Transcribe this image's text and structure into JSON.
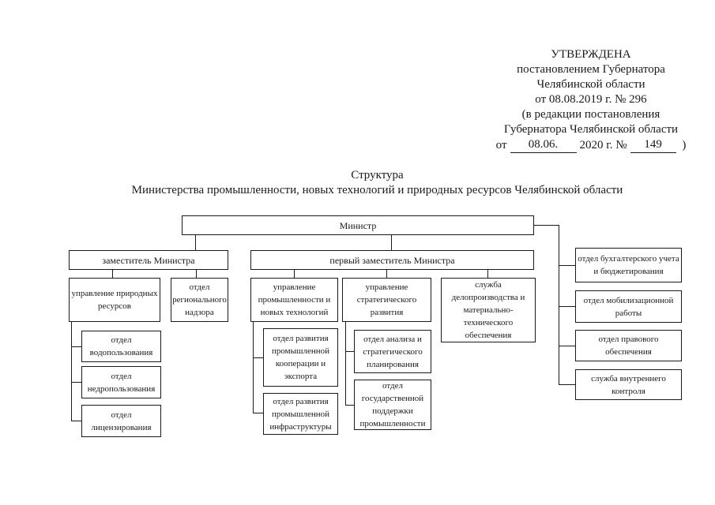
{
  "document": {
    "approval": {
      "line1": "УТВЕРЖДЕНА",
      "line2": "постановлением Губернатора",
      "line3": "Челябинской области",
      "line4": "от 08.08.2019 г. № 296",
      "line5": "(в редакции постановления",
      "line6": "Губернатора Челябинской области",
      "line7_prefix": "от",
      "line7_date": "08.06.",
      "line7_middle": "2020 г. №",
      "line7_number": "149",
      "line7_suffix": ")"
    },
    "title": {
      "line1": "Структура",
      "line2": "Министерства промышленности, новых технологий и природных ресурсов Челябинской области"
    }
  },
  "org": {
    "minister": "Министр",
    "deputy": {
      "label": "заместитель Министра",
      "units": {
        "natural_resources": "управление природных ресурсов",
        "regional_oversight": "отдел регионального надзора"
      },
      "natural_resources_departments": {
        "water_use": "отдел водопользования",
        "subsoil_use": "отдел недропользования",
        "licensing": "отдел лицензирования"
      }
    },
    "first_deputy": {
      "label": "первый заместитель Министра",
      "units": {
        "industry_new_tech": "управление промышленности и новых технологий",
        "strategic_dev": "управление стратегического развития",
        "office_support": "служба делопроизводства и материально-технического обеспечения"
      },
      "industry_departments": {
        "industrial_cooperation": "отдел развития промышленной кооперации и экспорта",
        "industrial_infrastructure": "отдел развития промышленной инфраструктуры"
      },
      "strategic_departments": {
        "analysis_planning": "отдел анализа и стратегического планирования",
        "state_support": "отдел государственной поддержки промышленности"
      }
    },
    "minister_direct": {
      "accounting": "отдел бухгалтерского учета и бюджетирования",
      "mobilization": "отдел мобилизационной работы",
      "legal": "отдел правового обеспечения",
      "internal_control": "служба внутреннего контроля"
    }
  }
}
